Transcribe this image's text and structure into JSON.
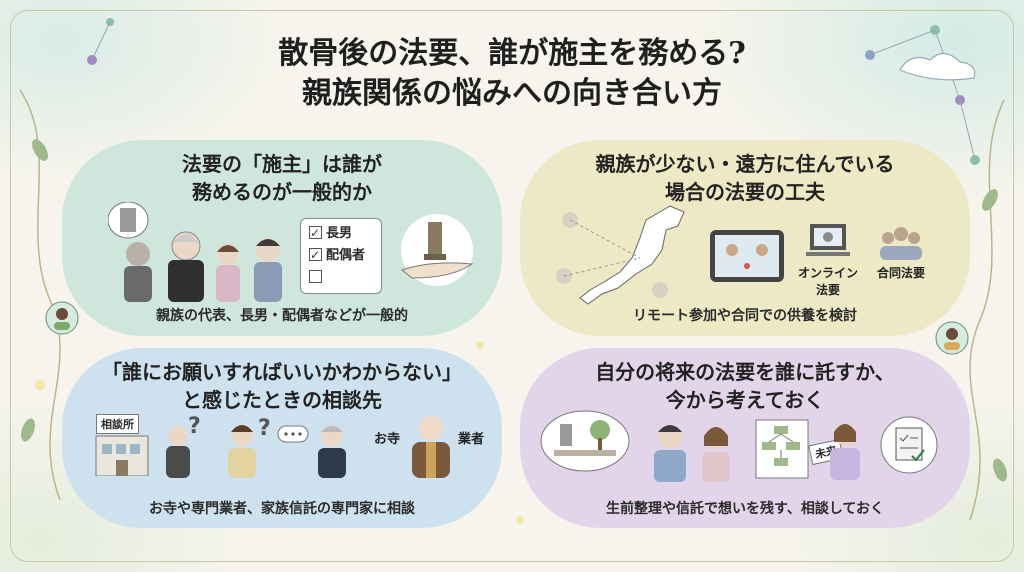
{
  "title": {
    "line1": "散骨後の法要、誰が施主を務める?",
    "line2": "親族関係の悩みへの向き合い方"
  },
  "panels": [
    {
      "heading1": "法要の「施主」は誰が",
      "heading2": "務めるのが一般的か",
      "checklist": [
        "長男",
        "配偶者",
        ""
      ],
      "caption": "親族の代表、長男・配偶者などが一般的"
    },
    {
      "heading1": "親族が少ない・遠方に住んでいる",
      "heading2": "場合の法要の工夫",
      "labels": {
        "online1": "オンライン",
        "online2": "法要",
        "joint": "合同法要"
      },
      "caption": "リモート参加や合同での供養を検討"
    },
    {
      "heading1": "「誰にお願いすればいいかわからない」",
      "heading2": "と感じたときの相談先",
      "labels": {
        "office": "相談所",
        "temple": "お寺",
        "vendor": "業者"
      },
      "caption": "お寺や専門業者、家族信託の専門家に相談"
    },
    {
      "heading1": "自分の将来の法要を誰に託すか、",
      "heading2": "今から考えておく",
      "labels": {
        "future": "未来"
      },
      "caption": "生前整理や信託で想いを残す、相談しておく"
    }
  ],
  "colors": {
    "green": "#cfe6dc",
    "yellow": "#ece9c4",
    "blue": "#cde1ee",
    "purple": "#e2d5ea"
  }
}
